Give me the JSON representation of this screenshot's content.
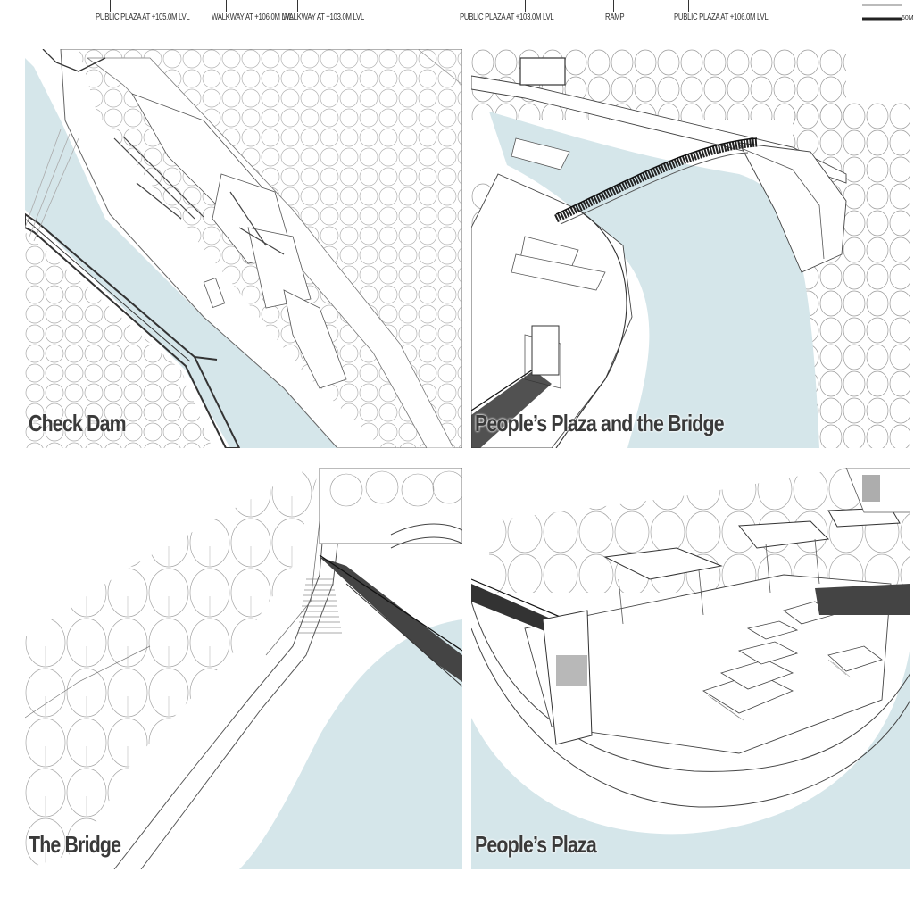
{
  "header_labels": {
    "left_1": "PUBLIC PLAZA AT +105.0M LVL",
    "left_2": "WALKWAY AT +106.0M LVL",
    "left_3": "WALKWAY AT +103.0M LVL",
    "right_1": "PUBLIC PLAZA AT +103.0M LVL",
    "right_2": "RAMP",
    "right_3": "PUBLIC PLAZA AT +106.0M LVL"
  },
  "scale_label": "60M",
  "panels": {
    "check_dam": {
      "title": "Check Dam"
    },
    "peoples_plaza_bridge": {
      "title": "People’s Plaza and the Bridge"
    },
    "the_bridge": {
      "title": "The Bridge"
    },
    "peoples_plaza": {
      "title": "People’s Plaza"
    }
  },
  "colors": {
    "water": "#d5e6ea",
    "line": "#555555",
    "tree_line": "#9a9a9a",
    "title": "#3a3a3a"
  }
}
